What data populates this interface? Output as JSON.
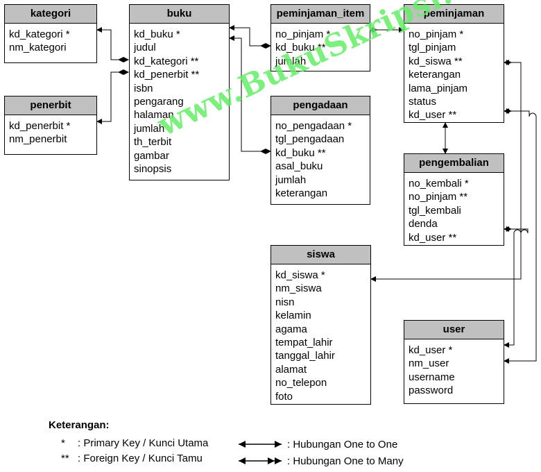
{
  "entities": {
    "kategori": {
      "title": "kategori",
      "fields": [
        "kd_kategori *",
        "nm_kategori"
      ]
    },
    "penerbit": {
      "title": "penerbit",
      "fields": [
        "kd_penerbit *",
        "nm_penerbit"
      ]
    },
    "buku": {
      "title": "buku",
      "fields": [
        "kd_buku *",
        "judul",
        "kd_kategori **",
        "kd_penerbit **",
        "isbn",
        "pengarang",
        "halaman",
        "jumlah",
        "th_terbit",
        "gambar",
        "sinopsis"
      ]
    },
    "peminjaman_item": {
      "title": "peminjaman_item",
      "fields": [
        "no_pinjam *",
        "kd_buku **",
        "jumlah"
      ]
    },
    "pengadaan": {
      "title": "pengadaan",
      "fields": [
        "no_pengadaan *",
        "tgl_pengadaan",
        "kd_buku **",
        "asal_buku",
        "jumlah",
        "keterangan"
      ]
    },
    "peminjaman": {
      "title": "peminjaman",
      "fields": [
        "no_pinjam *",
        "tgl_pinjam",
        "kd_siswa **",
        "keterangan",
        "lama_pinjam",
        "status",
        "kd_user **"
      ]
    },
    "pengembalian": {
      "title": "pengembalian",
      "fields": [
        "no_kembali *",
        "no_pinjam **",
        "tgl_kembali",
        "denda",
        "kd_user **"
      ]
    },
    "siswa": {
      "title": "siswa",
      "fields": [
        "kd_siswa *",
        "nm_siswa",
        "nisn",
        "kelamin",
        "agama",
        "tempat_lahir",
        "tanggal_lahir",
        "alamat",
        "no_telepon",
        "foto"
      ]
    },
    "user": {
      "title": "user",
      "fields": [
        "kd_user *",
        "nm_user",
        "username",
        "password"
      ]
    }
  },
  "legend": {
    "title": "Keterangan:",
    "pk_symbol": "*",
    "pk_text": ": Primary Key / Kunci Utama",
    "fk_symbol": "**",
    "fk_text": ": Foreign Key / Kunci Tamu",
    "one_to_one_text": ": Hubungan One to One",
    "one_to_many_text": ": Hubungan One to Many"
  },
  "watermark": {
    "text": "www.BukuSkripsi.com",
    "color": "#66ee66"
  }
}
